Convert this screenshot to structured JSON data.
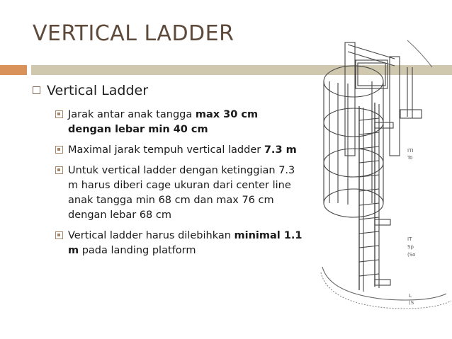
{
  "slide": {
    "title": "VERTICAL LADDER",
    "heading": "Vertical Ladder",
    "items": [
      {
        "pre": "Jarak antar anak tangga ",
        "bold": "max 30 cm dengan lebar min 40 cm",
        "post": ""
      },
      {
        "pre": "Maximal jarak tempuh vertical ladder ",
        "bold": "7.3 m",
        "post": ""
      },
      {
        "pre": "Untuk vertical ladder dengan ketinggian 7.3 m harus diberi cage ukuran dari center line anak tangga min 68 cm dan max 76 cm  dengan lebar 68 cm",
        "bold": "",
        "post": ""
      },
      {
        "pre": "Vertical ladder harus dilebihkan ",
        "bold": "minimal 1.1 m",
        "post": " pada landing platform"
      }
    ]
  },
  "figure": {
    "labels": [
      "ITI",
      "To",
      "IT",
      "Sp",
      "(So",
      "L",
      "(S"
    ]
  },
  "colors": {
    "title": "#5e4a3a",
    "accent_orange": "#d9925a",
    "accent_tan": "#cfc7ae",
    "bullet": "#a88566"
  }
}
